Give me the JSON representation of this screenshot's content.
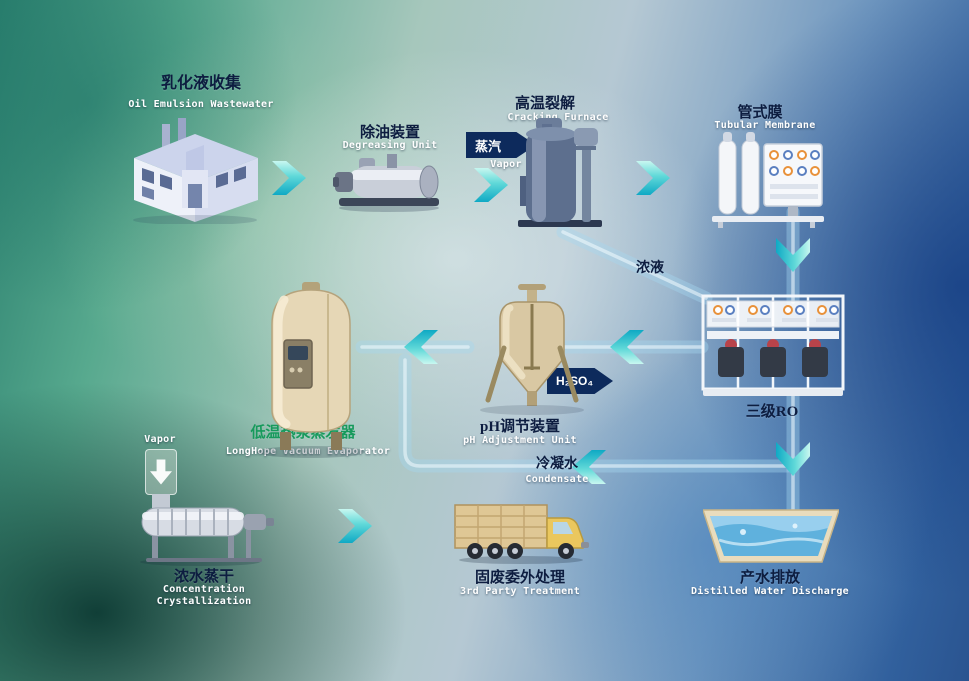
{
  "colors": {
    "chinese_label": "#0d1d40",
    "english_label": "#ffffff",
    "evaporator_label": "#179a5c",
    "flow_arrow": "#0fa9c4",
    "stream_flag": "#0d2a5c"
  },
  "nodes": {
    "collection": {
      "zh": "乳化液收集",
      "en": "Oil Emulsion Wastewater"
    },
    "degreasing": {
      "zh": "除油装置",
      "en": "Degreasing Unit"
    },
    "cracking": {
      "zh": "高温裂解",
      "en": "Cracking Furnace"
    },
    "membrane": {
      "zh": "管式膜",
      "en": "Tubular Membrane"
    },
    "ro": {
      "zh": "三级RO"
    },
    "ph": {
      "zh": "pH调节装置",
      "en": "pH Adjustment Unit"
    },
    "evaporator": {
      "zh": "低温热泵蒸发器",
      "en": "LongHope Vacuum Evaporator"
    },
    "crystallization": {
      "zh": "浓水蒸干",
      "en1": "Concentration",
      "en2": "Crystallization"
    },
    "truck": {
      "zh": "固废委外处理",
      "en": "3rd Party Treatment"
    },
    "discharge": {
      "zh": "产水排放",
      "en": "Distilled Water Discharge"
    }
  },
  "streams": {
    "vapor_in": {
      "zh": "蒸汽",
      "en": "Vapor"
    },
    "concentrate": {
      "zh": "浓液"
    },
    "acid": {
      "label": "H₂SO₄"
    },
    "condensate": {
      "zh": "冷凝水",
      "en": "Condensate"
    },
    "vapor_out": {
      "en": "Vapor"
    }
  }
}
